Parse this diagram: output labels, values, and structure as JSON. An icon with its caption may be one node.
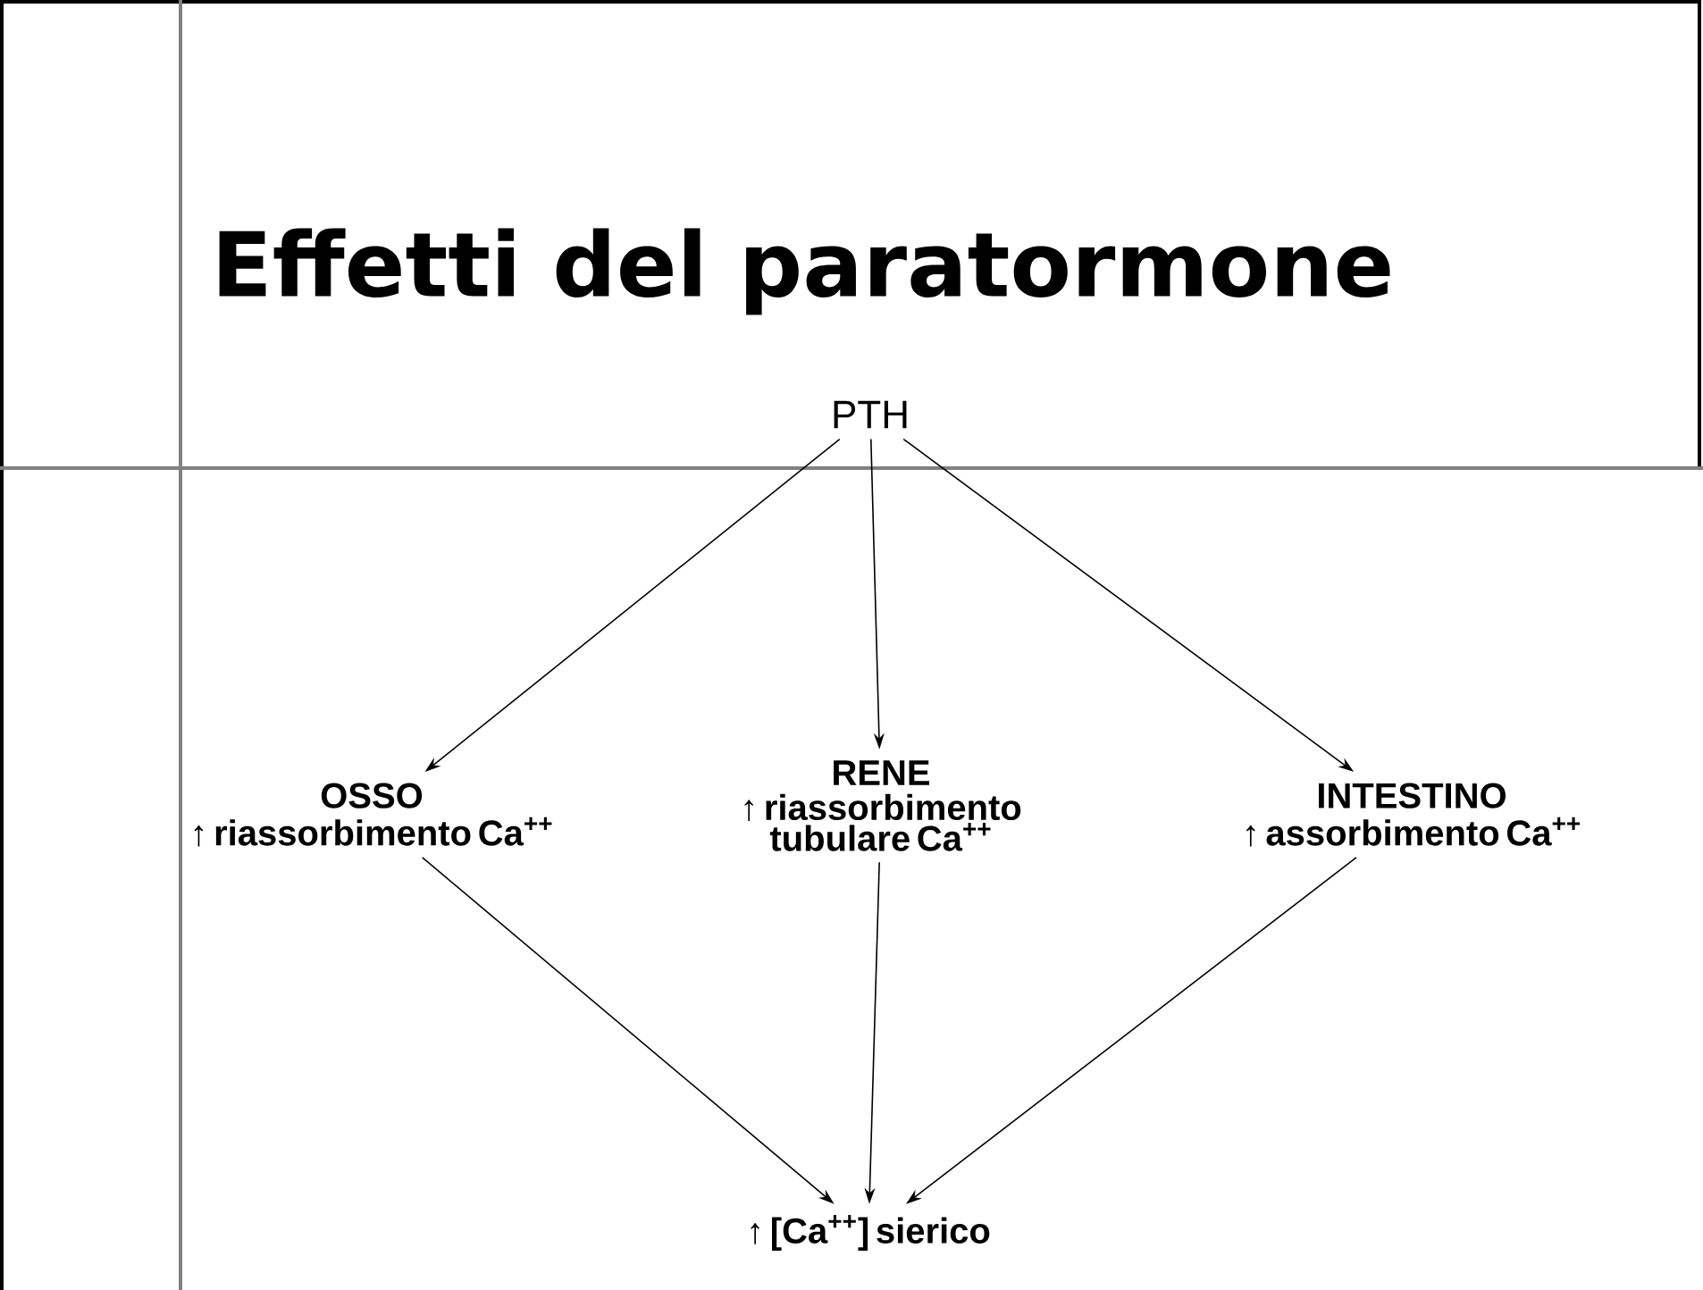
{
  "diagram": {
    "title": "Effetti del paratormone",
    "nodes": [
      {
        "text": [
          "PTH"
        ]
      },
      {
        "text": [
          "OSSO",
          "↑ riassorbimento Ca$^{++}$"
        ]
      },
      {
        "text": [
          "RENE",
          "↑ riassorbimento tubulare Ca$^{++}$"
        ]
      },
      {
        "text": [
          "INTESTINO",
          "↑  assorbimento Ca$^{++}$"
        ]
      },
      {
        "text": [
          "↑  [Ca$^{++}$] sierico"
        ]
      }
    ],
    "edges": [
      {
        "from": 0,
        "to": 1,
        "arrow": "to"
      },
      {
        "from": 0,
        "to": 2,
        "arrow": "to"
      },
      {
        "from": 0,
        "to": 3,
        "arrow": "to"
      },
      {
        "from": 1,
        "to": 4,
        "arrow": "to"
      },
      {
        "from": 2,
        "to": 4,
        "arrow": "to"
      },
      {
        "from": 3,
        "to": 4,
        "arrow": "to"
      }
    ]
  }
}
